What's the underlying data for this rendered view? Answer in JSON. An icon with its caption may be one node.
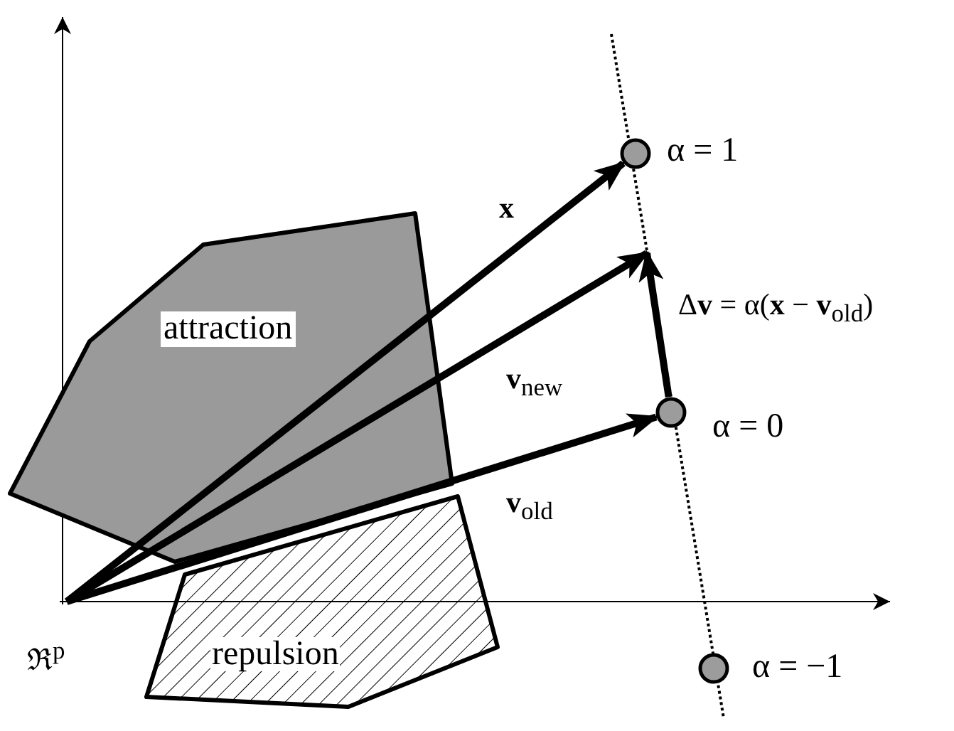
{
  "diagram": {
    "nodes": [
      {
        "text": [
          "attraction"
        ]
      },
      {
        "text": [
          "repulsion"
        ]
      },
      {
        "text": [],
        "shape": "circle",
        "beside": [
          "α = 1"
        ]
      },
      {
        "text": [],
        "shape": "circle",
        "beside": [
          "α = 0"
        ]
      },
      {
        "text": [],
        "shape": "circle",
        "beside": [
          "α = −1"
        ]
      }
    ],
    "edges": [
      {
        "from": null,
        "to": 2,
        "arrow": "to",
        "label": "x"
      },
      {
        "from": null,
        "to": 3,
        "arrow": "to",
        "label": "**v**$_{old}$"
      },
      {
        "from": 3,
        "to": null,
        "arrow": "to",
        "label": "Δ**v** = α(**x** − **v**$_{old}$)"
      }
    ],
    "labels": [
      "ℜ$^{p}$",
      "**v**$_{new}$"
    ]
  }
}
